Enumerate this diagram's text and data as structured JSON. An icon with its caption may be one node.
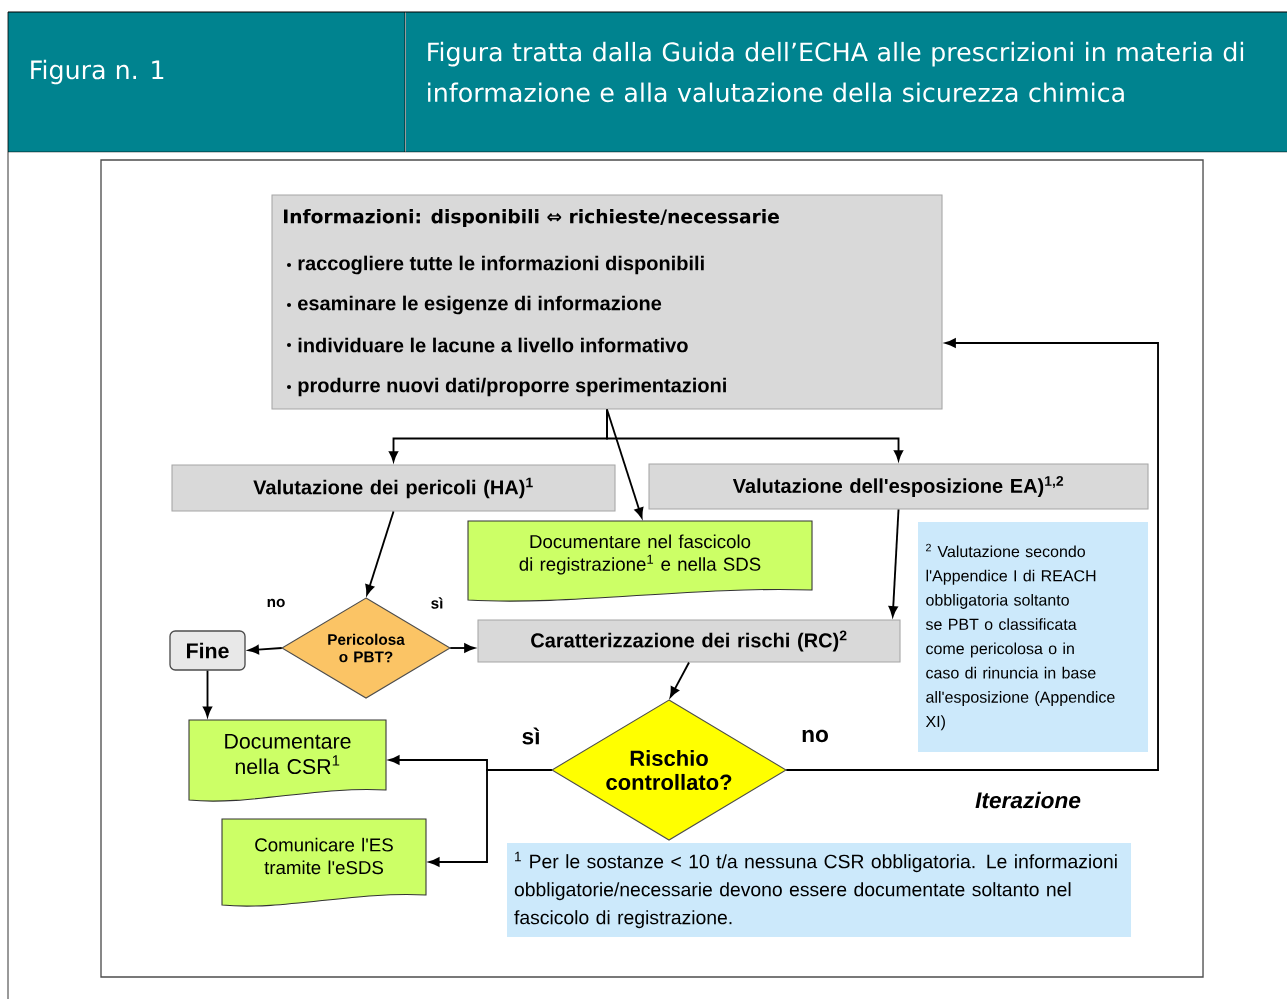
{
  "diagram": {
    "nodes": [
      {
        "text": [
          "Informazioni: disponibili ⇔ richieste/necessarie",
          "raccogliere tutte le informazioni disponibili",
          "esaminare le esigenze di informazione",
          "individuare le lacune a livello informativo",
          "produrre nuovi dati/proporre sperimentazioni"
        ]
      },
      {
        "text": [
          "Valutazione dei pericoli (HA)$^{1}$"
        ]
      },
      {
        "text": [
          "Valutazione dell'esposizione EA)$^{1,2}$"
        ]
      },
      {
        "text": [
          "Documentare nel fascicolo di registrazione$^{1}$ e nella SDS"
        ]
      },
      {
        "text": [
          "Fine"
        ]
      },
      {
        "text": [
          "Pericolosa o PBT?"
        ]
      },
      {
        "text": [
          "Caratterizzazione dei rischi (RC)$^{2}$"
        ]
      },
      {
        "text": [
          "Documentare nella CSR$^{1}$"
        ]
      },
      {
        "text": [
          "Rischio controllato?"
        ]
      },
      {
        "text": [
          "Comunicare l'ES tramite l'eSDS"
        ]
      },
      {
        "text": [
          "$^{2}$ Valutazione secondo l'Appendice I di REACH obbligatoria soltanto se PBT o classificata come pericolosa o in caso di rinuncia in base all'esposizione (Appendice XI)"
        ]
      },
      {
        "text": [
          "$^{1}$ Per le sostanze < 10 t/a nessuna CSR obbligatoria. Le informazioni obbligatorie/necessarie devono essere documentate soltanto nel fascicolo di registrazione."
        ]
      }
    ],
    "edges": [
      {
        "from": 0,
        "to": 1,
        "arrow": "to"
      },
      {
        "from": 0,
        "to": 2,
        "arrow": "to"
      },
      {
        "from": 0,
        "to": 3,
        "arrow": "to"
      },
      {
        "from": 1,
        "to": 5,
        "arrow": "to"
      },
      {
        "from": 5,
        "to": 4,
        "arrow": "to",
        "label": "no"
      },
      {
        "from": 5,
        "to": 6,
        "arrow": "to",
        "label": "sì"
      },
      {
        "from": 2,
        "to": 6,
        "arrow": "to"
      },
      {
        "from": 6,
        "to": 8,
        "arrow": "to"
      },
      {
        "from": 4,
        "to": 7,
        "arrow": "to"
      },
      {
        "from": 8,
        "to": 7,
        "arrow": "to",
        "label": "sì"
      },
      {
        "from": 8,
        "to": 9,
        "arrow": "to"
      },
      {
        "from": 8,
        "to": 0,
        "arrow": "to",
        "label": "no"
      }
    ],
    "labels": [
      "Figura n. 1",
      "Figura tratta dalla Guida dell’ECHA alle prescrizioni in materia di informazione e alla valutazione della sicurezza chimica",
      "Iterazione"
    ]
  }
}
